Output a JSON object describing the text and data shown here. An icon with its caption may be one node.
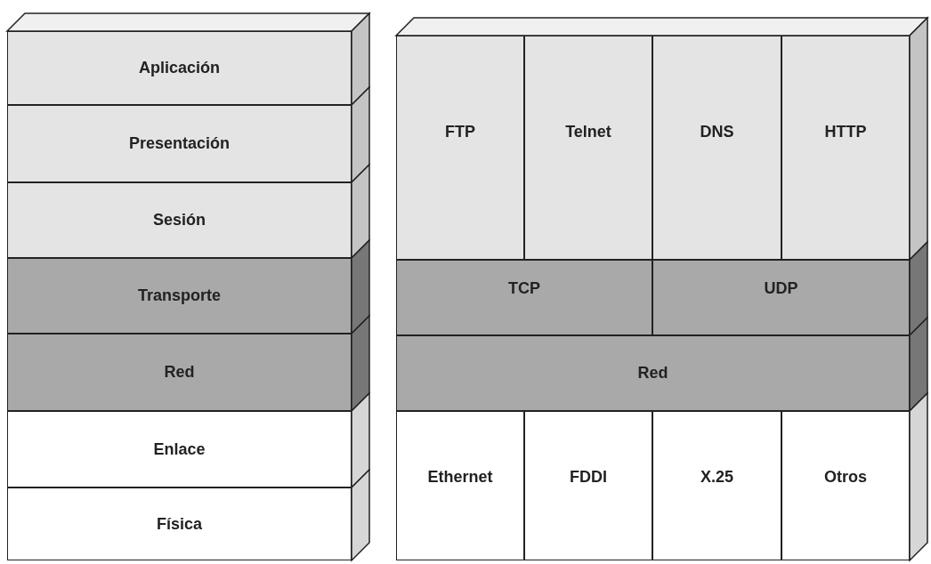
{
  "diagram": {
    "nodes": [
      {
        "text": [
          "Aplicación"
        ]
      },
      {
        "text": [
          "Presentación"
        ]
      },
      {
        "text": [
          "Sesión"
        ]
      },
      {
        "text": [
          "Transporte"
        ]
      },
      {
        "text": [
          "Red"
        ]
      },
      {
        "text": [
          "Enlace"
        ]
      },
      {
        "text": [
          "Física"
        ]
      },
      {
        "text": [
          "FTP"
        ]
      },
      {
        "text": [
          "Telnet"
        ]
      },
      {
        "text": [
          "DNS"
        ]
      },
      {
        "text": [
          "HTTP"
        ]
      },
      {
        "text": [
          "TCP"
        ]
      },
      {
        "text": [
          "UDP"
        ]
      },
      {
        "text": [
          "Red"
        ]
      },
      {
        "text": [
          "Ethernet"
        ]
      },
      {
        "text": [
          "FDDI"
        ]
      },
      {
        "text": [
          "X.25"
        ]
      },
      {
        "text": [
          "Otros"
        ]
      }
    ]
  }
}
